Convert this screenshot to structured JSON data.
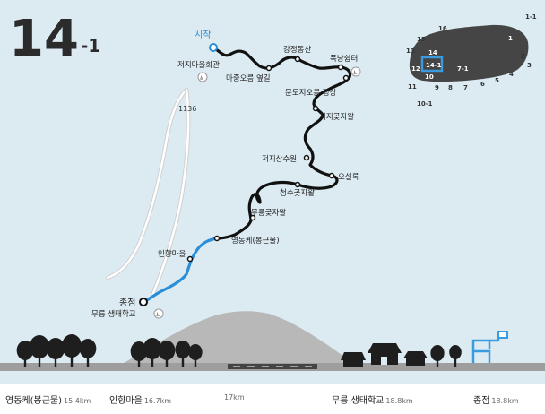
{
  "colors": {
    "sky": "#dcebf2",
    "route": "#111111",
    "route_done": "#2a8fd8",
    "island": "#454545",
    "highlight": "#3a9ce0",
    "ground": "#9e9e9e",
    "mountain": "#bdbdbd",
    "tree": "#1e1e1e"
  },
  "course": {
    "number": "14",
    "suffix": "-1"
  },
  "route_labels": {
    "start": "시작",
    "start_place": "저지마을회관",
    "majung": "마중오름 옆길",
    "gangjeong": "강정동산",
    "pokrang": "폭낭쉼터",
    "mundoji": "문도지오름 정상",
    "jeojigot": "저지곶자왈",
    "jeojisangsuwon": "저지상수원",
    "oseolok": "오설록",
    "cheongsu": "청수곶자왈",
    "mureung_gotjawal": "무릉곶자왈",
    "yeongdongke": "영동케(봉근물)",
    "inhyang": "인향마을",
    "end": "종점",
    "end_place": "무릉 생태학교",
    "road_number": "1136"
  },
  "inset_map": {
    "labels": [
      "16",
      "1-1",
      "15",
      "1",
      "2",
      "3",
      "13",
      "14",
      "14-1",
      "12",
      "7-1",
      "4",
      "5",
      "6",
      "10",
      "9",
      "8",
      "7",
      "11",
      "10-1"
    ]
  },
  "distances": [
    {
      "place": "영동케(봉근물)",
      "km": "15.4km"
    },
    {
      "place": "인향마을",
      "km": "16.7km"
    },
    {
      "place": "",
      "km": "17km"
    },
    {
      "place": "무릉 생태학교",
      "km": "18.8km"
    },
    {
      "place": "종점",
      "km": "18.8km"
    }
  ]
}
